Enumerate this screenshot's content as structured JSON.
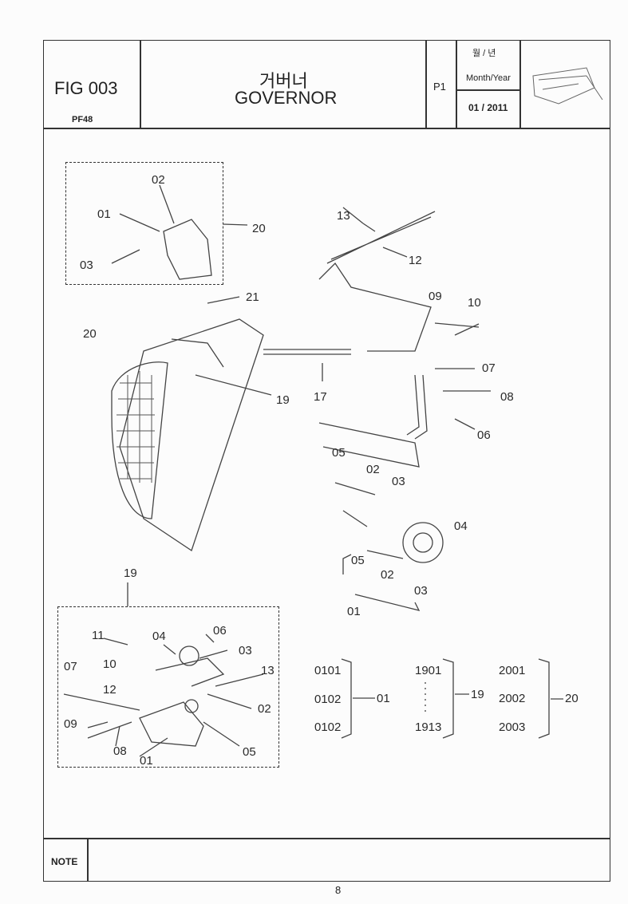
{
  "header": {
    "fig": "FIG 003",
    "model": "PF48",
    "title_ko": "거버너",
    "title_en": "GOVERNOR",
    "page": "P1",
    "date_label_ko": "월 / 년",
    "date_label_en": "Month/Year",
    "date": "01 / 2011"
  },
  "callouts": [
    "02",
    "01",
    "03",
    "20",
    "13",
    "12",
    "09",
    "10",
    "21",
    "20",
    "07",
    "08",
    "19",
    "17",
    "06",
    "05",
    "02",
    "03",
    "04",
    "05",
    "02",
    "03",
    "01",
    "19",
    "11",
    "04",
    "06",
    "03",
    "07",
    "10",
    "13",
    "12",
    "02",
    "09",
    "08",
    "01",
    "05"
  ],
  "groups": {
    "g01": {
      "items": [
        "0101",
        "0102",
        "0102"
      ],
      "target": "01"
    },
    "g19": {
      "items": [
        "1901",
        "1913"
      ],
      "target": "19"
    },
    "g20": {
      "items": [
        "2001",
        "2002",
        "2003"
      ],
      "target": "20"
    }
  },
  "footer": {
    "note": "NOTE",
    "page_number": "8"
  }
}
